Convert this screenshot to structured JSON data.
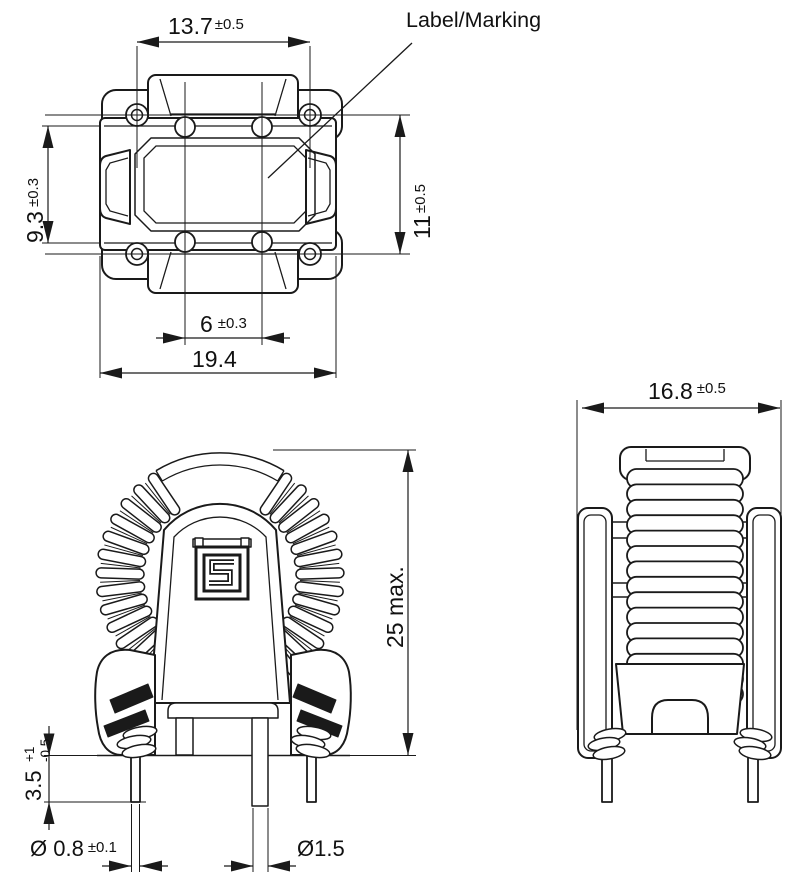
{
  "colors": {
    "line": "#1a1a1a",
    "background": "#ffffff"
  },
  "callout": {
    "label_marking": "Label/Marking"
  },
  "logo": {
    "name": "schaffner-s-logo"
  },
  "dims": {
    "top_width": {
      "value": "13.7",
      "tol": "±0.5"
    },
    "body_depth": {
      "value": "9.3",
      "tol": "±0.3"
    },
    "eyelet_row_spacing": {
      "value": "11",
      "tol": "±0.5"
    },
    "pin_pitch": {
      "value": "6",
      "tol": "±0.3"
    },
    "overall_width": {
      "value": "19.4"
    },
    "side_width": {
      "value": "16.8",
      "tol": "±0.5"
    },
    "max_height": {
      "value": "25 max."
    },
    "pin_protrusion": {
      "value": "3.5",
      "tol_plus": "+1",
      "tol_minus": "-0.5"
    },
    "wire_pin_diameter": {
      "value": "Ø 0.8",
      "tol": "±0.1"
    },
    "peg_diameter": {
      "value": "Ø1.5"
    }
  }
}
